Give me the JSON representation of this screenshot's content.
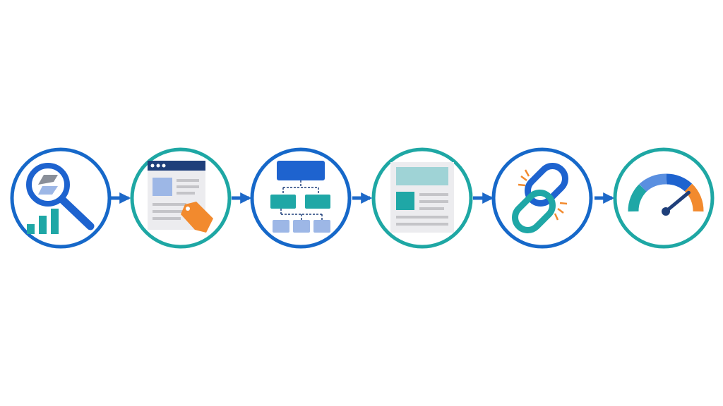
{
  "colors": {
    "background": "#ffffff",
    "ring_blue": "#1668c9",
    "ring_teal": "#1ea7a4",
    "arrow": "#1d68c8",
    "primary_blue": "#1e63cf",
    "navy": "#1f3f7a",
    "teal": "#1fa7a6",
    "light_blue": "#9db7e6",
    "light_teal": "#9fd3d6",
    "gray_panel": "#ececef",
    "gray_line": "#c4c4c8",
    "orange": "#f28a2e"
  },
  "steps": [
    {
      "icon": "magnifier-analytics-icon",
      "ring": "blue"
    },
    {
      "icon": "webpage-tag-icon",
      "ring": "teal"
    },
    {
      "icon": "site-structure-icon",
      "ring": "blue"
    },
    {
      "icon": "content-page-icon",
      "ring": "teal"
    },
    {
      "icon": "broken-link-icon",
      "ring": "blue"
    },
    {
      "icon": "speed-gauge-icon",
      "ring": "teal"
    }
  ],
  "gauge_level": 0.78
}
